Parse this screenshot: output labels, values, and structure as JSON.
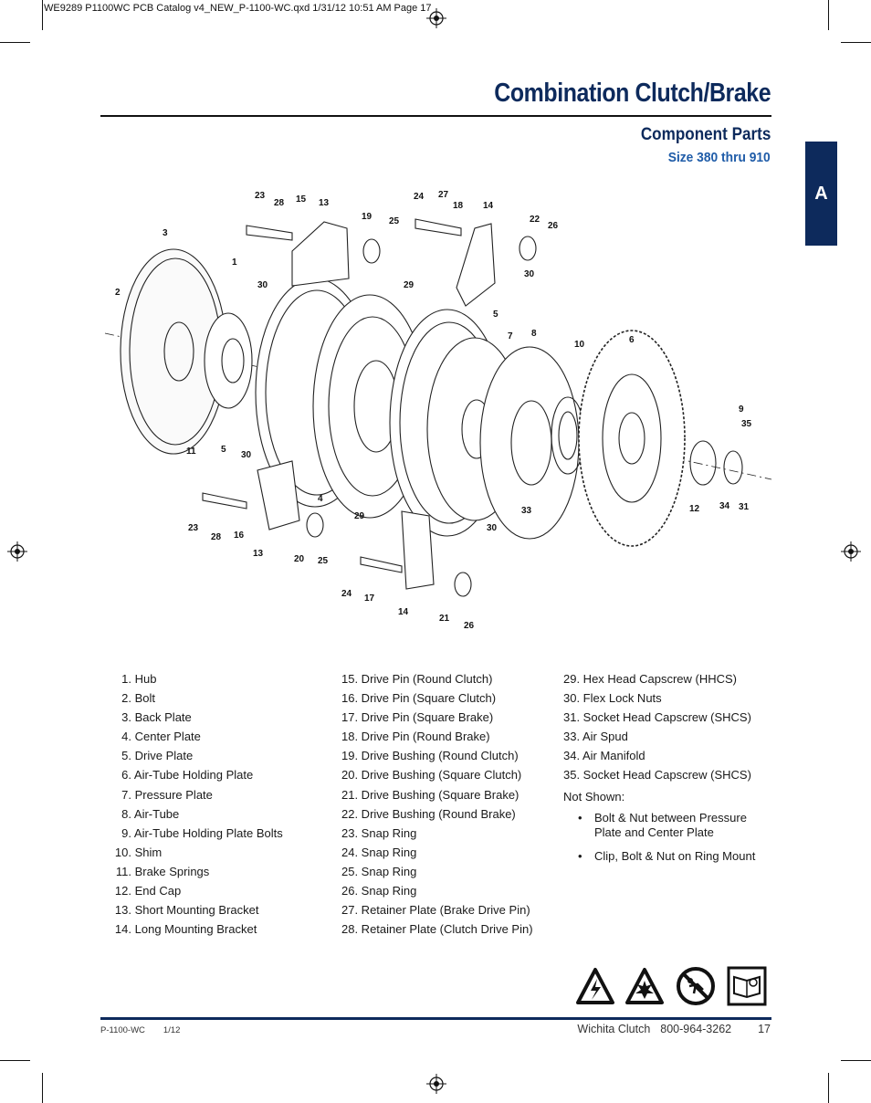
{
  "slug": "WE9289 P1100WC PCB Catalog v4_NEW_P-1100-WC.qxd  1/31/12  10:51 AM  Page 17",
  "header": {
    "title": "Combination Clutch/Brake",
    "subtitle": "Component Parts",
    "size": "Size 380 thru 910",
    "tab": "A"
  },
  "callouts": [
    "23",
    "28",
    "15",
    "13",
    "19",
    "25",
    "24",
    "27",
    "18",
    "14",
    "22",
    "26",
    "3",
    "1",
    "2",
    "30",
    "29",
    "30",
    "5",
    "7",
    "8",
    "10",
    "6",
    "9",
    "35",
    "11",
    "5",
    "30",
    "4",
    "29",
    "33",
    "12",
    "34",
    "31",
    "23",
    "28",
    "16",
    "13",
    "20",
    "25",
    "30",
    "24",
    "17",
    "14",
    "21",
    "26"
  ],
  "parts": {
    "col1": [
      {
        "num": "1.",
        "name": "Hub"
      },
      {
        "num": "2.",
        "name": "Bolt"
      },
      {
        "num": "3.",
        "name": "Back Plate"
      },
      {
        "num": "4.",
        "name": "Center Plate"
      },
      {
        "num": "5.",
        "name": "Drive Plate"
      },
      {
        "num": "6.",
        "name": "Air-Tube Holding Plate"
      },
      {
        "num": "7.",
        "name": "Pressure Plate"
      },
      {
        "num": "8.",
        "name": "Air-Tube"
      },
      {
        "num": "9.",
        "name": "Air-Tube Holding Plate Bolts"
      },
      {
        "num": "10.",
        "name": "Shim"
      },
      {
        "num": "11.",
        "name": "Brake Springs"
      },
      {
        "num": "12.",
        "name": "End Cap"
      },
      {
        "num": "13.",
        "name": "Short Mounting Bracket"
      },
      {
        "num": "14.",
        "name": "Long Mounting Bracket"
      }
    ],
    "col2": [
      "15. Drive Pin (Round Clutch)",
      "16. Drive Pin (Square Clutch)",
      "17. Drive Pin (Square Brake)",
      "18. Drive Pin (Round Brake)",
      "19. Drive Bushing (Round Clutch)",
      "20. Drive Bushing (Square Clutch)",
      "21. Drive Bushing (Square Brake)",
      "22. Drive Bushing (Round Brake)",
      "23. Snap Ring",
      "24. Snap Ring",
      "25. Snap Ring",
      "26. Snap Ring",
      "27. Retainer Plate (Brake Drive Pin)",
      "28. Retainer Plate (Clutch Drive Pin)"
    ],
    "col3": [
      "29. Hex Head Capscrew (HHCS)",
      "30. Flex Lock Nuts",
      "31. Socket Head Capscrew (SHCS)",
      "33. Air Spud",
      "34. Air Manifold",
      "35. Socket Head Capscrew (SHCS)"
    ],
    "not_shown_label": "Not Shown:",
    "not_shown": [
      "Bolt & Nut between Pressure Plate and Center Plate",
      "Clip, Bolt & Nut on Ring Mount"
    ]
  },
  "safety_icons": [
    "electric-shock-warning-icon",
    "explosion-warning-icon",
    "no-slipping-prohibition-icon",
    "read-manual-icon"
  ],
  "footer": {
    "code": "P-1100-WC",
    "date": "1/12",
    "company": "Wichita Clutch",
    "phone": "800-964-3262",
    "page": "17"
  },
  "colors": {
    "navy": "#0d2a5c",
    "blue": "#1f5ca8"
  }
}
